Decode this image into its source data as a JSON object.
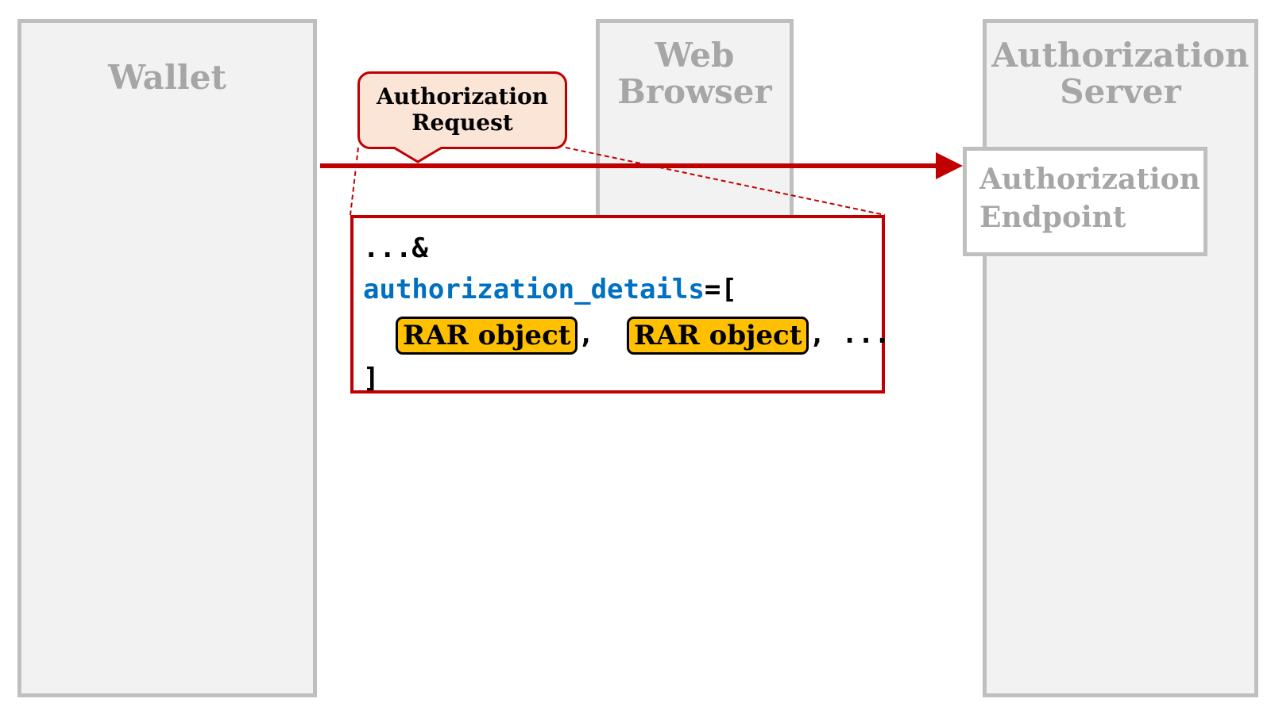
{
  "lanes": {
    "wallet": {
      "title": "Wallet"
    },
    "browser": {
      "title_line1": "Web",
      "title_line2": "Browser"
    },
    "server": {
      "title_line1": "Authorization",
      "title_line2": "Server"
    }
  },
  "endpoint": {
    "line1": "Authorization",
    "line2": "Endpoint"
  },
  "callout": {
    "line1": "Authorization",
    "line2": "Request"
  },
  "code": {
    "line1": "...&",
    "param": "authorization_details",
    "param_suffix": "=[",
    "rar1": "RAR object",
    "sep1": ",",
    "rar2": "RAR object",
    "sep2": ", ...",
    "close": "]"
  },
  "colors": {
    "accent_red": "#c00000",
    "lane_fill": "#f2f2f2",
    "lane_border": "#bfbfbf",
    "callout_fill": "#fbe5d6",
    "rar_fill": "#ffc000",
    "param_blue": "#0070c0"
  }
}
